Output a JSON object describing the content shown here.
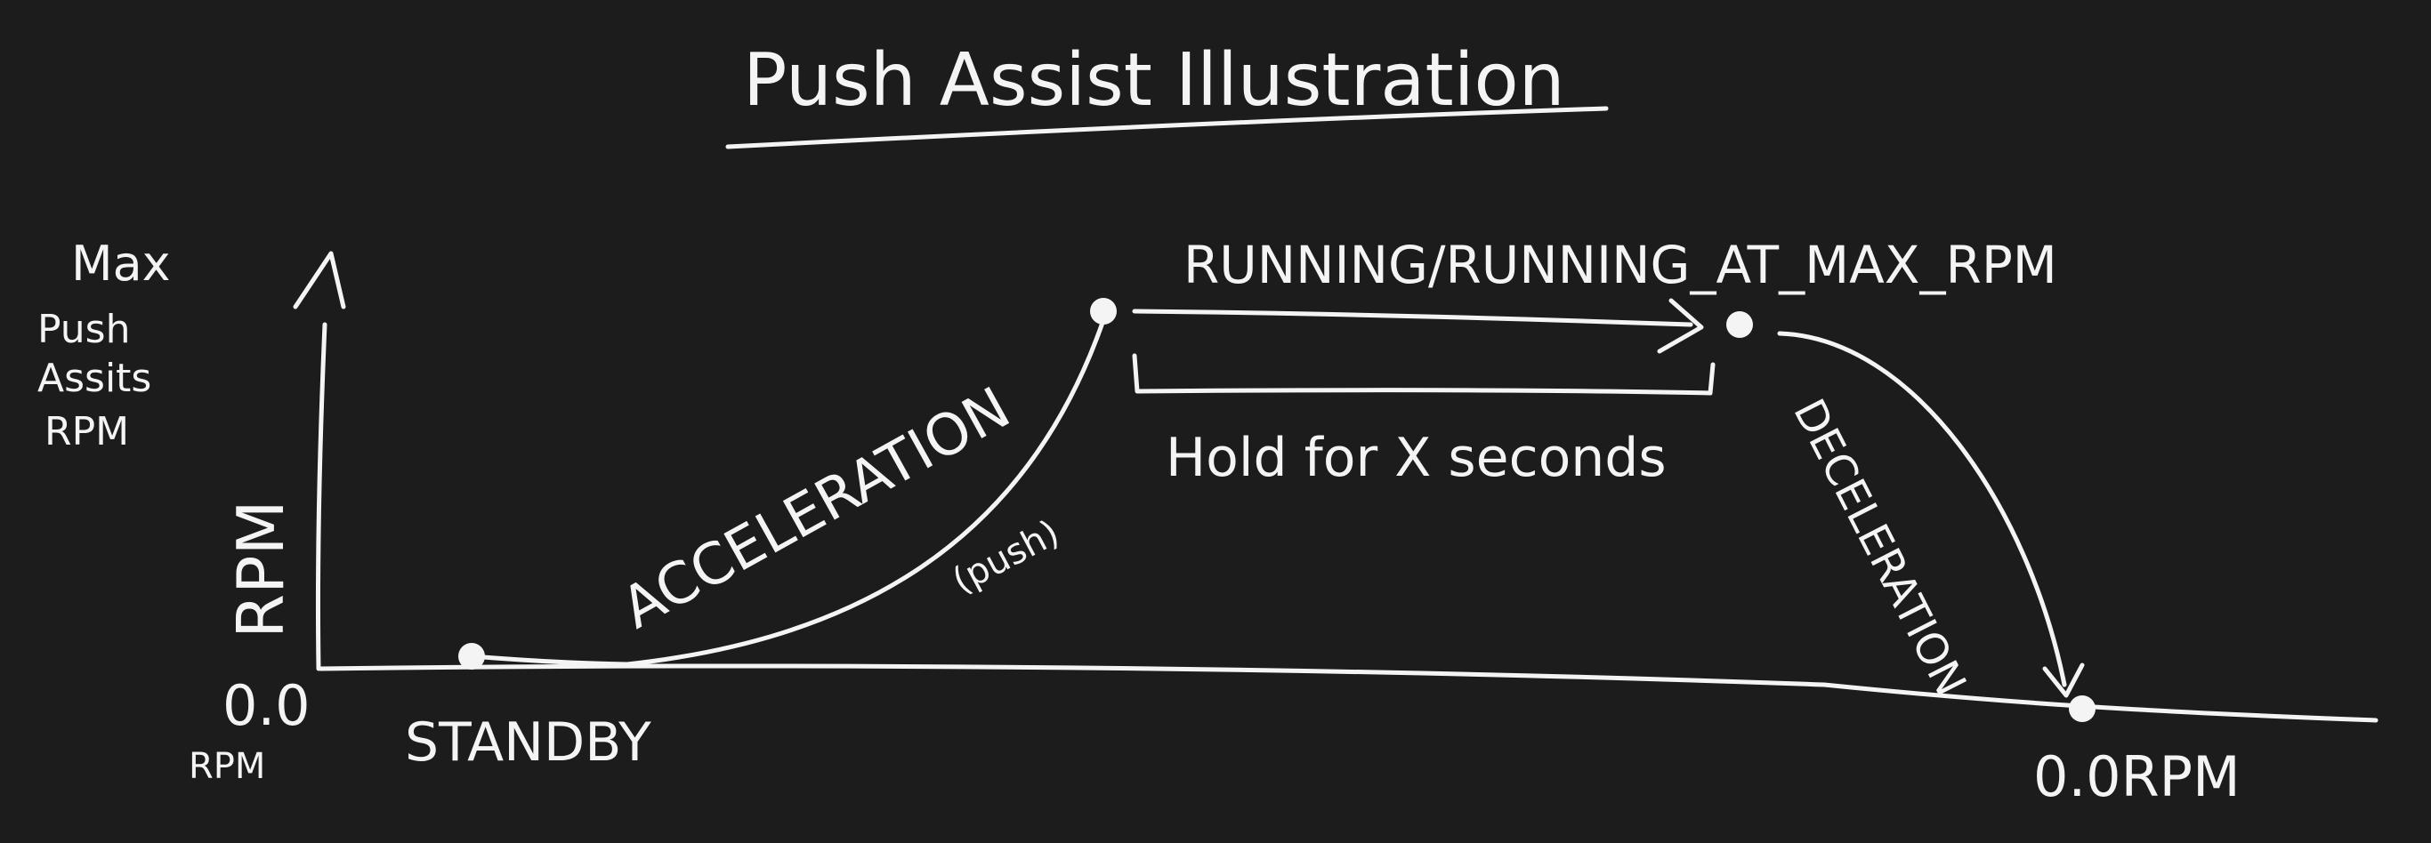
{
  "title": "Push Assist Illustration",
  "y_axis": {
    "top_label": [
      "Max",
      "Push",
      "Assits",
      "RPM"
    ],
    "label": "RPM",
    "zero_value": "0.0",
    "zero_unit": "RPM"
  },
  "states": {
    "standby": "STANDBY",
    "acceleration": "ACCELERATION",
    "acceleration_note": "(push)",
    "running": "RUNNING/RUNNING_AT_MAX_RPM",
    "hold": "Hold for X seconds",
    "deceleration": "DECELERATION",
    "end_value": "0.0RPM"
  },
  "colors": {
    "background": "#1c1c1c",
    "ink": "#f4f4f4"
  }
}
